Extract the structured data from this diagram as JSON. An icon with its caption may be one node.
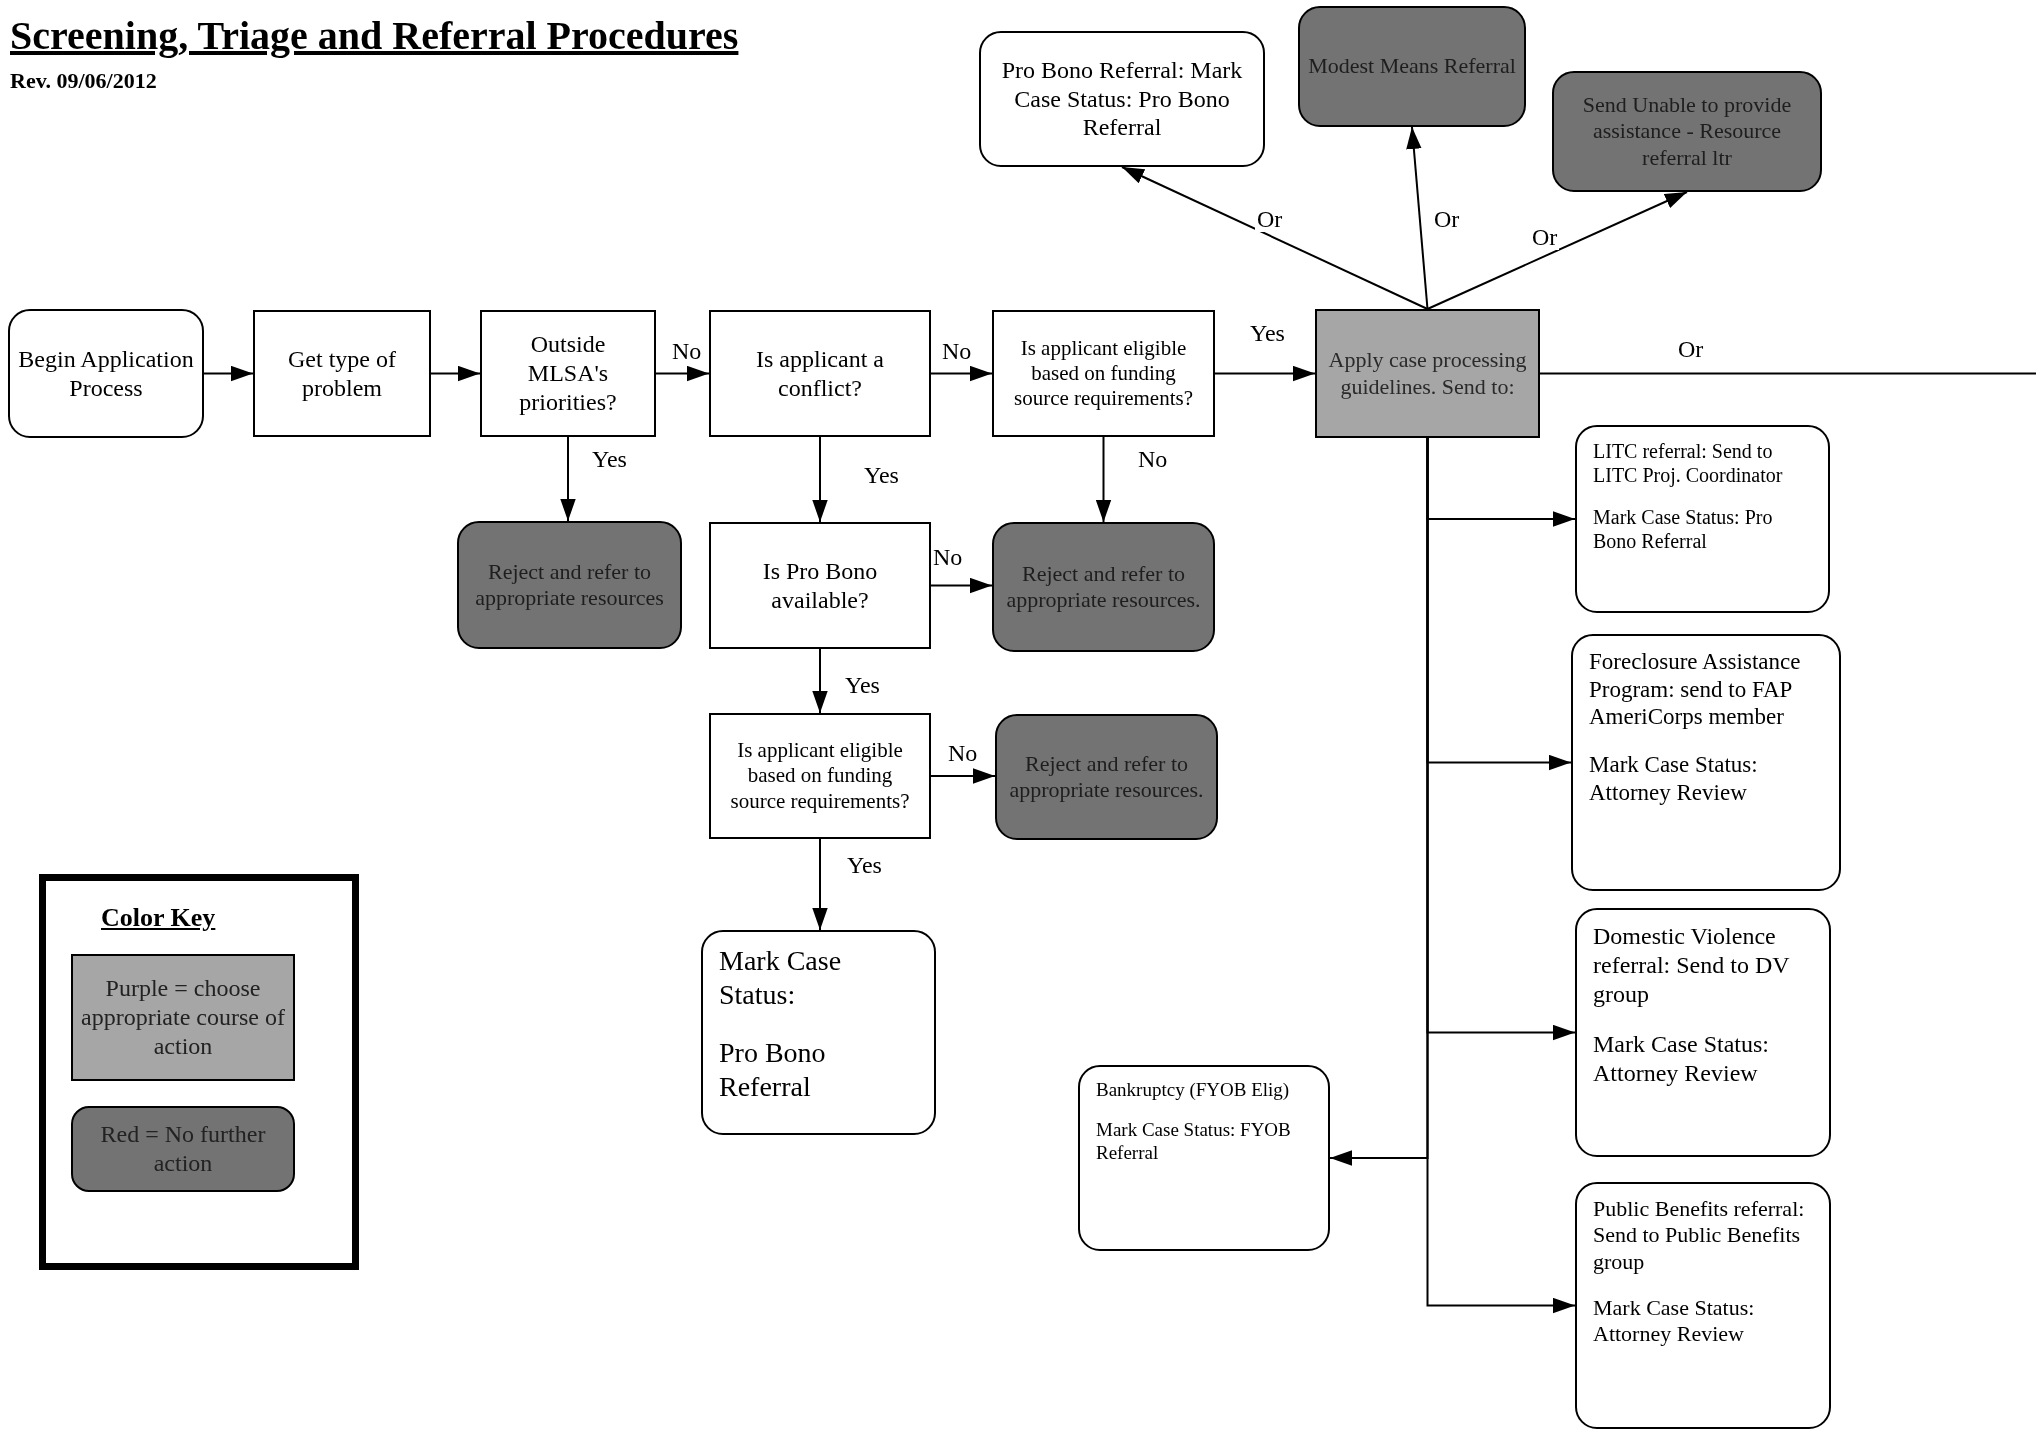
{
  "diagram": {
    "title": "Screening, Triage and Referral Procedures",
    "nodes": [
      {
        "text": [
          "Begin Application Process"
        ]
      },
      {
        "text": [
          "Get type of problem"
        ]
      },
      {
        "text": [
          "Outside MLSA's priorities?"
        ]
      },
      {
        "text": [
          "Is applicant a conflict?"
        ]
      },
      {
        "text": [
          "Is applicant eligible based on funding source requirements?"
        ]
      },
      {
        "text": [
          "Apply case processing guidelines.  Send to:"
        ]
      },
      {
        "text": [
          "Pro Bono Referral: Mark Case Status: Pro Bono Referral"
        ]
      },
      {
        "text": [
          "Modest Means Referral"
        ]
      },
      {
        "text": [
          "Send Unable to provide assistance - Resource referral ltr"
        ]
      },
      {
        "text": [
          "Reject and refer to appropriate resources"
        ]
      },
      {
        "text": [
          "Is Pro Bono available?"
        ]
      },
      {
        "text": [
          "Reject and refer to appropriate resources."
        ]
      },
      {
        "text": [
          "Is applicant eligible based on funding source requirements?"
        ]
      },
      {
        "text": [
          "Reject and refer to appropriate resources."
        ]
      },
      {
        "text": [
          "Mark Case Status:",
          "Pro Bono Referral"
        ]
      },
      {
        "text": [
          "LITC referral: Send to LITC Proj. Coordinator",
          "Mark Case Status: Pro Bono Referral"
        ]
      },
      {
        "text": [
          "Foreclosure Assistance Program: send to FAP AmeriCorps member",
          "Mark Case Status: Attorney Review"
        ]
      },
      {
        "text": [
          "Domestic Violence referral: Send to DV group",
          "Mark Case Status: Attorney Review"
        ]
      },
      {
        "text": [
          "Bankruptcy (FYOB Elig)",
          "Mark Case Status: FYOB Referral"
        ]
      },
      {
        "text": [
          "Public Benefits referral: Send to Public Benefits group",
          "Mark Case Status: Attorney Review"
        ]
      }
    ],
    "edges": [
      {
        "from": 0,
        "to": 1,
        "arrow": "to"
      },
      {
        "from": 1,
        "to": 2,
        "arrow": "to"
      },
      {
        "from": 2,
        "to": 3,
        "arrow": "to",
        "label": "No"
      },
      {
        "from": 2,
        "to": 9,
        "arrow": "to",
        "label": "Yes"
      },
      {
        "from": 3,
        "to": 4,
        "arrow": "to",
        "label": "No"
      },
      {
        "from": 3,
        "to": 10,
        "arrow": "to",
        "label": "Yes"
      },
      {
        "from": 4,
        "to": 5,
        "arrow": "to",
        "label": "Yes"
      },
      {
        "from": 4,
        "to": 11,
        "arrow": "to",
        "label": "No"
      },
      {
        "from": 5,
        "to": 6,
        "arrow": "to",
        "label": "Or"
      },
      {
        "from": 5,
        "to": 7,
        "arrow": "to",
        "label": "Or"
      },
      {
        "from": 5,
        "to": 8,
        "arrow": "to",
        "label": "Or"
      },
      {
        "from": 5,
        "to": null,
        "arrow": "none",
        "label": "Or"
      },
      {
        "from": 10,
        "to": 11,
        "arrow": "to",
        "label": "No"
      },
      {
        "from": 10,
        "to": 12,
        "arrow": "to",
        "label": "Yes"
      },
      {
        "from": 12,
        "to": 13,
        "arrow": "to",
        "label": "No"
      },
      {
        "from": 12,
        "to": 14,
        "arrow": "to",
        "label": "Yes"
      },
      {
        "from": 5,
        "to": 15,
        "arrow": "to"
      },
      {
        "from": 5,
        "to": 16,
        "arrow": "to"
      },
      {
        "from": 5,
        "to": 17,
        "arrow": "to"
      },
      {
        "from": 5,
        "to": 18,
        "arrow": "to"
      },
      {
        "from": 5,
        "to": 19,
        "arrow": "to"
      }
    ],
    "labels": [
      "Rev.  09/06/2012",
      "Color Key"
    ],
    "legend": [
      {
        "text": "Purple = choose appropriate course of action",
        "color": "#a6a6a6"
      },
      {
        "text": "Red = No further action",
        "color": "#737373"
      }
    ]
  }
}
